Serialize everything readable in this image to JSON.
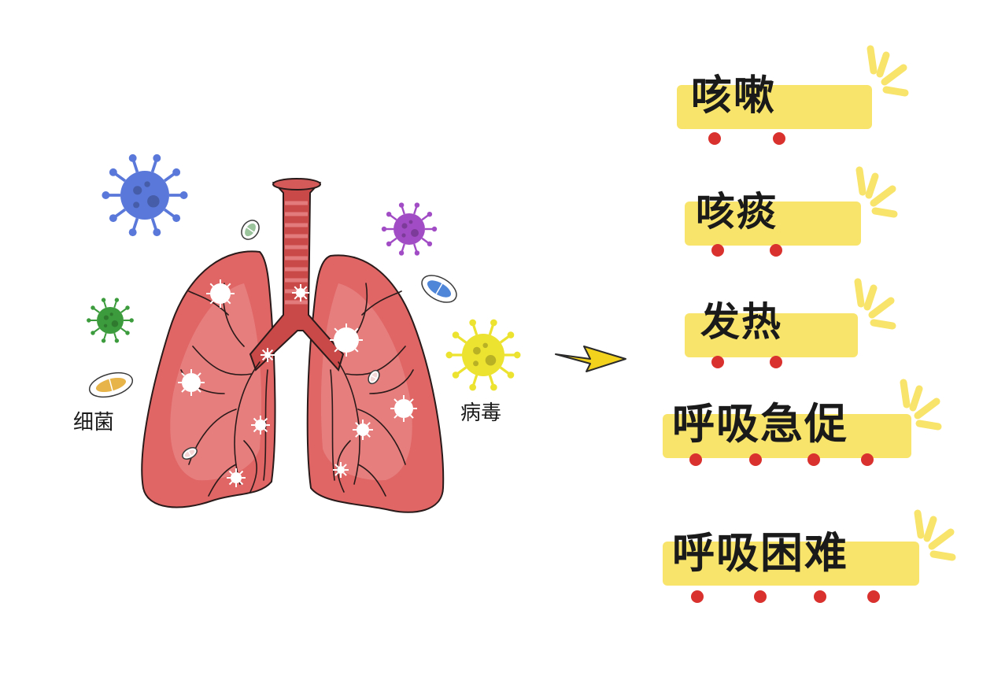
{
  "labels": {
    "bacteria": "细菌",
    "virus": "病毒"
  },
  "symptoms": [
    {
      "text": "咳嗽",
      "dots": 2
    },
    {
      "text": "咳痰",
      "dots": 2
    },
    {
      "text": "发热",
      "dots": 2
    },
    {
      "text": "呼吸急促",
      "dots": 4
    },
    {
      "text": "呼吸困难",
      "dots": 4
    }
  ],
  "colors": {
    "lung": "#e06565",
    "lung_light": "#ee9898",
    "trachea": "#c94848",
    "highlight": "#f8e46b",
    "dot": "#d9322e",
    "arrow": "#f2d21d",
    "virus_blue": "#5a78d9",
    "virus_purple": "#a14cc4",
    "virus_green": "#3c9b3c",
    "virus_yellow": "#ece230",
    "pill_green": "#9bc49c",
    "pill_blue": "#4f86d8",
    "pill_orange": "#e7b44a"
  }
}
